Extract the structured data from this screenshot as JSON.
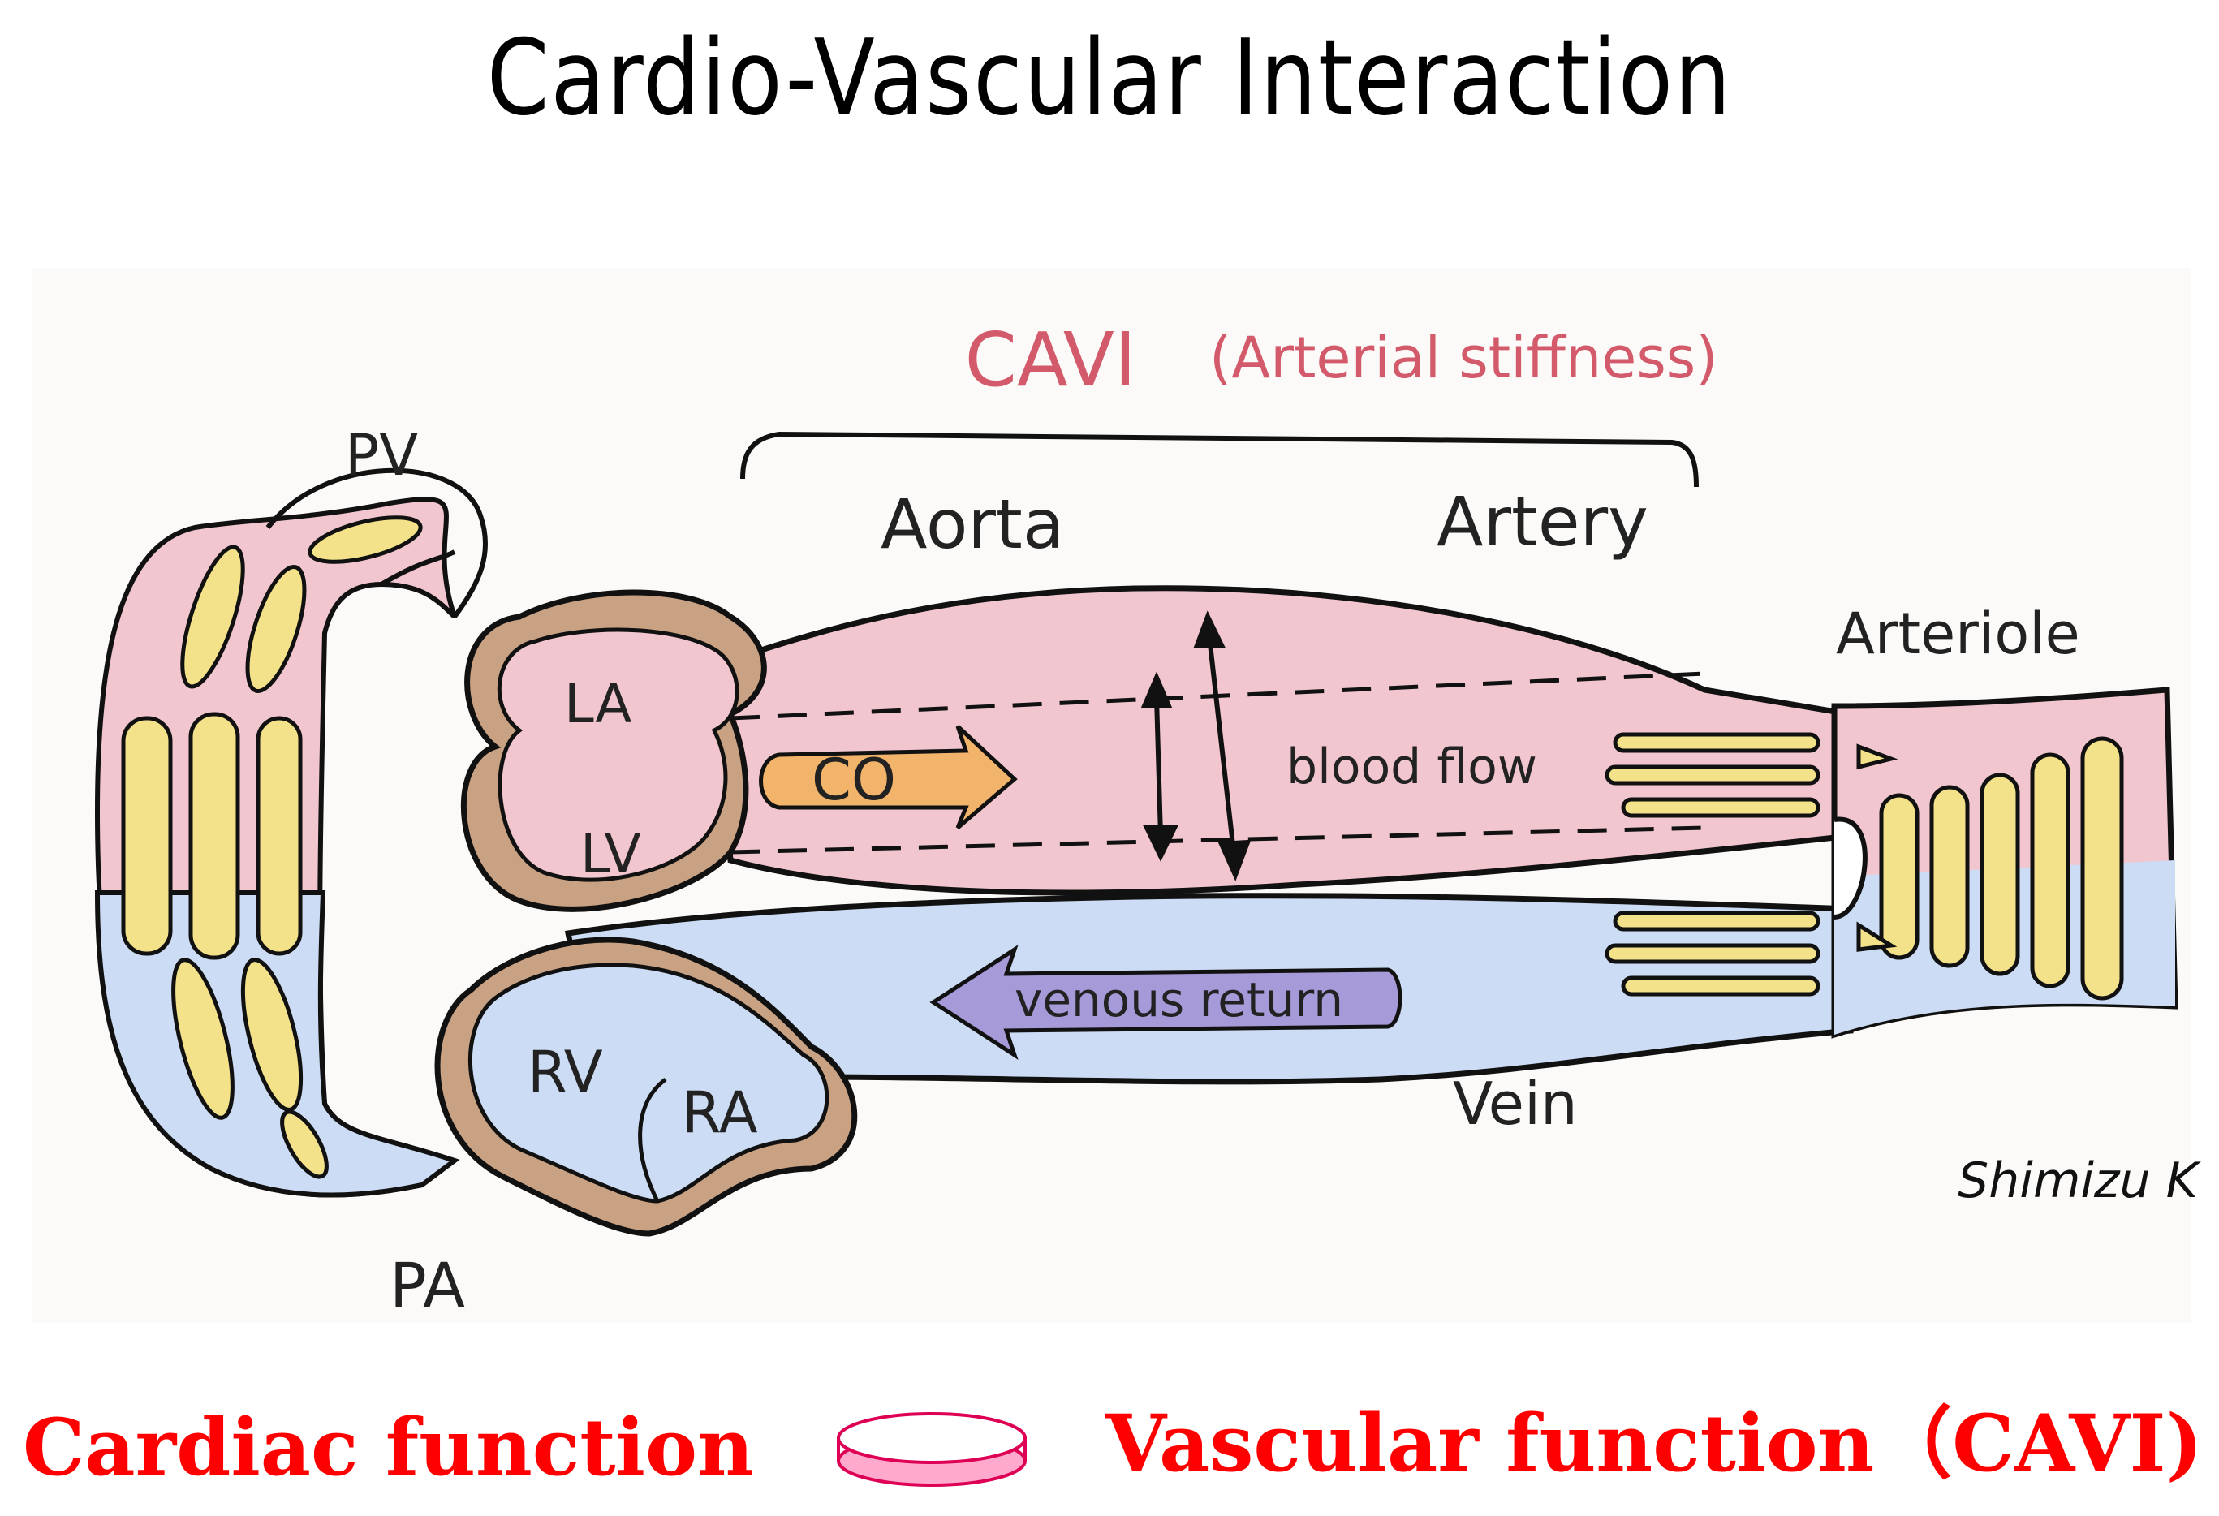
{
  "title": "Cardio-Vascular Interaction",
  "labels": {
    "cavi": "CAVI",
    "cavi_sub": "(Arterial stiffness)",
    "aorta": "Aorta",
    "artery": "Artery",
    "arteriole": "Arteriole",
    "pv": "PV",
    "pa": "PA",
    "la": "LA",
    "lv": "LV",
    "rv": "RV",
    "ra": "RA",
    "co": "CO",
    "blood_flow": "blood flow",
    "venous_return": "venous return",
    "vein": "Vein"
  },
  "signature": "Shimizu K",
  "bottom": {
    "left": "Cardiac function",
    "right": "Vascular function（CAVI)"
  },
  "colors": {
    "arterial_pink": "#f2c6cf",
    "venous_blue": "#ccdcf4",
    "heart_wall_brown": "#c9a183",
    "muscle_yellow": "#f3e28a",
    "co_orange": "#f2b46a",
    "venous_purple": "#a69ad8",
    "cavi_red": "#d35a6a",
    "caption_red": "#ff0000",
    "ring_pink": "#ffaacc"
  }
}
